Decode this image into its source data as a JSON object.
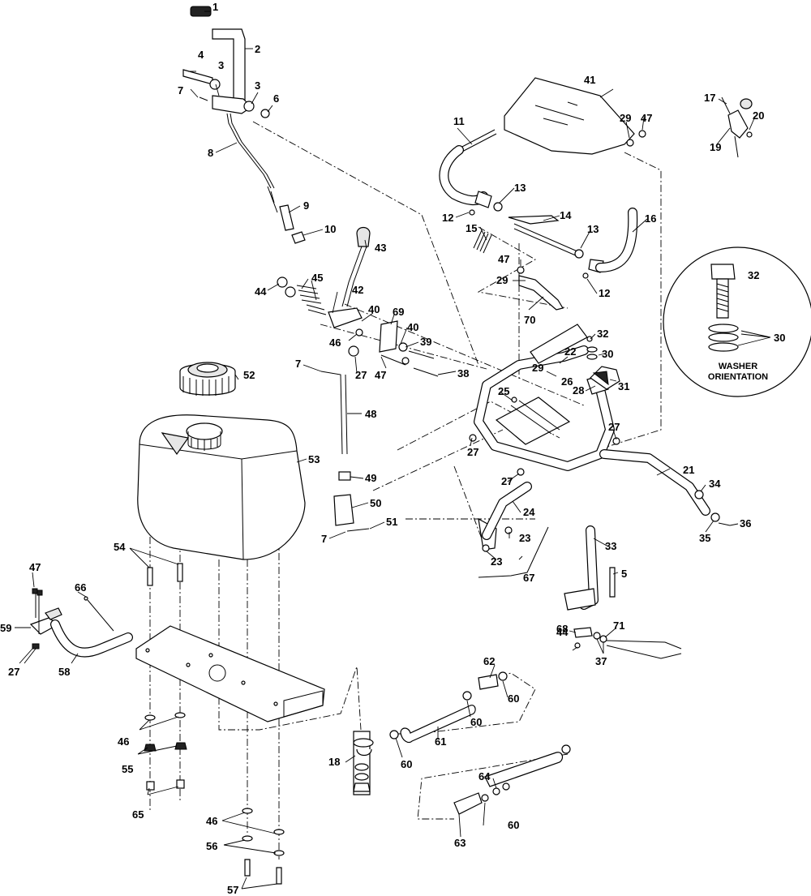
{
  "callouts": {
    "c1": "1",
    "c2": "2",
    "c3a": "3",
    "c3b": "3",
    "c4": "4",
    "c5": "5",
    "c6": "6",
    "c7a": "7",
    "c7b": "7",
    "c7c": "7",
    "c8": "8",
    "c9": "9",
    "c10": "10",
    "c11": "11",
    "c12a": "12",
    "c12b": "12",
    "c13a": "13",
    "c13b": "13",
    "c14": "14",
    "c15": "15",
    "c16": "16",
    "c17": "17",
    "c18": "18",
    "c19": "19",
    "c20": "20",
    "c21": "21",
    "c22": "22",
    "c23a": "23",
    "c23b": "23",
    "c24": "24",
    "c25": "25",
    "c26": "26",
    "c27a": "27",
    "c27b": "27",
    "c27c": "27",
    "c27d": "27",
    "c27e": "27",
    "c28": "28",
    "c29a": "29",
    "c29b": "29",
    "c29c": "29",
    "c30a": "30",
    "c30b": "30",
    "c31": "31",
    "c32a": "32",
    "c32b": "32",
    "c33": "33",
    "c34": "34",
    "c35": "35",
    "c36": "36",
    "c37": "37",
    "c38": "38",
    "c39": "39",
    "c40a": "40",
    "c40b": "40",
    "c41": "41",
    "c42": "42",
    "c43": "43",
    "c44a": "44",
    "c44b": "44",
    "c45": "45",
    "c46a": "46",
    "c46b": "46",
    "c46c": "46",
    "c47a": "47",
    "c47b": "47",
    "c47c": "47",
    "c47d": "47",
    "c48": "48",
    "c49": "49",
    "c50": "50",
    "c51": "51",
    "c52": "52",
    "c53": "53",
    "c54": "54",
    "c55": "55",
    "c56": "56",
    "c57": "57",
    "c58": "58",
    "c59": "59",
    "c60a": "60",
    "c60b": "60",
    "c60c": "60",
    "c60d": "60",
    "c61": "61",
    "c62": "62",
    "c63": "63",
    "c64": "64",
    "c65": "65",
    "c66": "66",
    "c67": "67",
    "c68": "68",
    "c69": "69",
    "c70": "70",
    "c71": "71"
  },
  "inset": {
    "line1": "WASHER",
    "line2": "ORIENTATION"
  }
}
